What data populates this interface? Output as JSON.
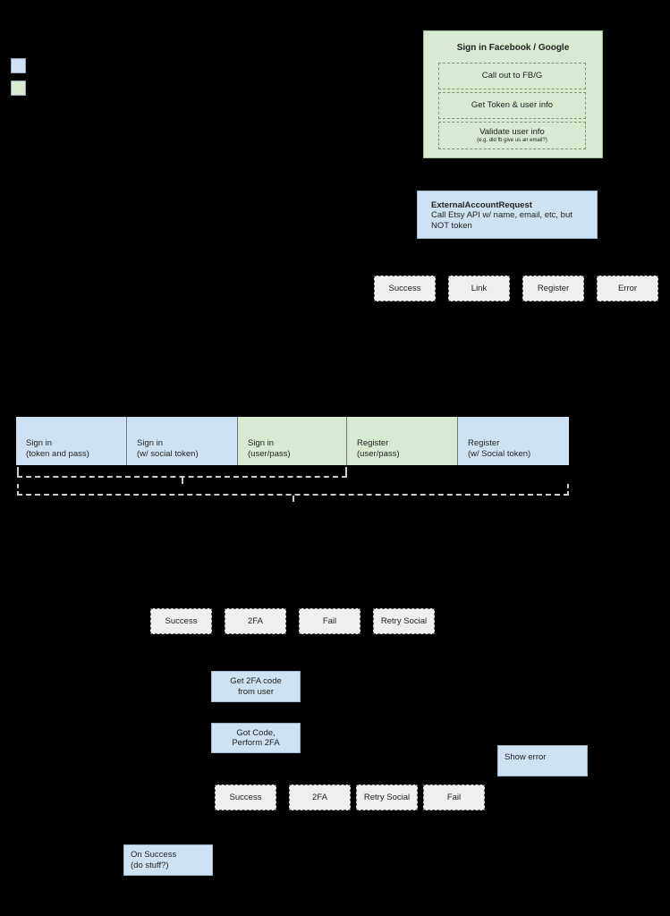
{
  "legend": {
    "blue": "#cfe2f3",
    "green": "#d9ead3"
  },
  "social_signin": {
    "title": "Sign in Facebook / Google",
    "steps": [
      {
        "label": "Call out to FB/G"
      },
      {
        "label": "Get Token & user info"
      },
      {
        "label": "Validate user info",
        "note": "(e.g. did fb give us an email?)"
      }
    ]
  },
  "external_request": {
    "title": "ExternalAccountRequest",
    "line1": "Call Etsy API w/ name, email, etc, but",
    "line2": "NOT token"
  },
  "request_outcomes": [
    "Success",
    "Link",
    "Register",
    "Error"
  ],
  "signin_options": [
    {
      "line1": "Sign in",
      "line2": "(token and pass)",
      "color": "blue"
    },
    {
      "line1": "Sign in",
      "line2": "(w/ social token)",
      "color": "blue"
    },
    {
      "line1": "Sign in",
      "line2": "(user/pass)",
      "color": "green"
    },
    {
      "line1": "Register",
      "line2": "(user/pass)",
      "color": "green"
    },
    {
      "line1": "Register",
      "line2": "(w/ Social token)",
      "color": "blue"
    }
  ],
  "signin_outcomes": [
    "Success",
    "2FA",
    "Fail",
    "Retry Social"
  ],
  "twofa": {
    "get_code_line1": "Get 2FA code",
    "get_code_line2": "from user",
    "perform_line1": "Got Code,",
    "perform_line2": "Perform 2FA"
  },
  "twofa_outcomes": [
    "Success",
    "2FA",
    "Retry Social",
    "Fail"
  ],
  "show_error": "Show error",
  "on_success": {
    "line1": "On Success",
    "line2": "(do stuff?)"
  }
}
